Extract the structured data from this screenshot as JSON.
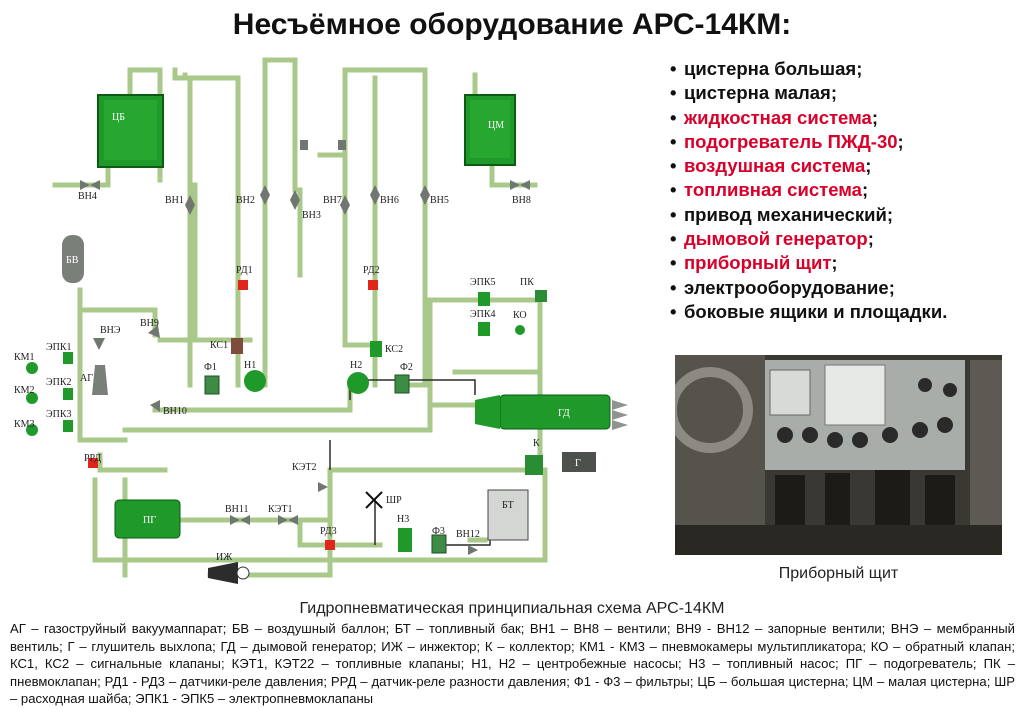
{
  "title": "Несъёмное оборудование АРС-14КМ:",
  "bullets": [
    {
      "text": "цистерна большая",
      "suffix": ";",
      "highlight": false
    },
    {
      "text": "цистерна малая",
      "suffix": ";",
      "highlight": false
    },
    {
      "text": "жидкостная система",
      "suffix": ";",
      "highlight": true
    },
    {
      "text": "подогреватель ПЖД-30",
      "suffix": ";",
      "highlight": true
    },
    {
      "text": "воздушная система",
      "suffix": ";",
      "highlight": true
    },
    {
      "text": "топливная система",
      "suffix": ";",
      "highlight": true
    },
    {
      "text": "привод механический",
      "suffix": ";",
      "highlight": false
    },
    {
      "text": "дымовой генератор",
      "suffix": ";",
      "highlight": true
    },
    {
      "text": "приборный щит",
      "suffix": ";",
      "highlight": true
    },
    {
      "text": "электрооборудование",
      "suffix": ";",
      "highlight": false
    },
    {
      "text": "боковые ящики и площадки",
      "suffix": ".",
      "highlight": false
    }
  ],
  "photo_caption": "Приборный щит",
  "scheme_caption": "Гидропневматическая принципиальная схема АРС-14КМ",
  "legend": "АГ – газоструйный вакуумаппарат; БВ – воздушный баллон; БТ – топливный бак; ВН1 – ВН8 – вентили; ВН9 - ВН12 – запорные вентили; ВНЭ – мембранный вентиль; Г – глушитель выхлопа; ГД – дымовой генератор; ИЖ – инжектор; К – коллектор; КМ1 - КМ3 – пневмокамеры мультипликатора; КО – обратный клапан; КС1, КС2 – сигнальные клапаны; КЭТ1, КЭТ22 – топливные клапаны; Н1, Н2 – центробежные насосы; Н3 – топливный насос; ПГ – подогреватель; ПК – пневмоклапан; РД1 - РД3 – датчики-реле давления; РРД – датчик-реле разности давления; Ф1 - Ф3 – фильтры; ЦБ – большая цистерна; ЦМ – малая цистерна; ШР – расходная шайба; ЭПК1 - ЭПК5 – электропневмоклапаны",
  "diagram": {
    "tank_big": "ЦБ",
    "tank_small": "ЦМ",
    "air_bottle": "БВ",
    "heater": "ПГ",
    "smoke_gen": "ГД",
    "fuel_tank": "БТ",
    "muffler": "Г",
    "collector": "К",
    "valves": {
      "vn1": "ВН1",
      "vn2": "ВН2",
      "vn3": "ВН3",
      "vn4": "ВН4",
      "vn5": "ВН5",
      "vn6": "ВН6",
      "vn7": "ВН7",
      "vn8": "ВН8",
      "vn9": "ВН9",
      "vn10": "ВН10",
      "vn11": "ВН11",
      "vn12": "ВН12",
      "vne": "ВНЭ"
    },
    "sensors": {
      "rd1": "РД1",
      "rd2": "РД2",
      "rd3": "РД3",
      "rrd": "РРД"
    },
    "signal_valves": {
      "ks1": "КС1",
      "ks2": "КС2"
    },
    "filters": {
      "f1": "Ф1",
      "f2": "Ф2",
      "f3": "Ф3"
    },
    "pumps": {
      "n1": "Н1",
      "n2": "Н2",
      "n3": "Н3"
    },
    "epk": {
      "epk1": "ЭПК1",
      "epk2": "ЭПК2",
      "epk3": "ЭПК3",
      "epk4": "ЭПК4",
      "epk5": "ЭПК5"
    },
    "km": {
      "km1": "КМ1",
      "km2": "КМ2",
      "km3": "КМ3"
    },
    "ag": "АГ",
    "pk": "ПК",
    "ko": "КО",
    "ket1": "КЭТ1",
    "ket2": "КЭТ2",
    "shr": "ШР",
    "izh": "ИЖ"
  },
  "colors": {
    "pipe": "#a9c98a",
    "pipe_dark": "#7fa862",
    "green": "#1f9a2a",
    "red": "#e0261b",
    "gray": "#6f7770",
    "highlight": "#d9002a"
  }
}
